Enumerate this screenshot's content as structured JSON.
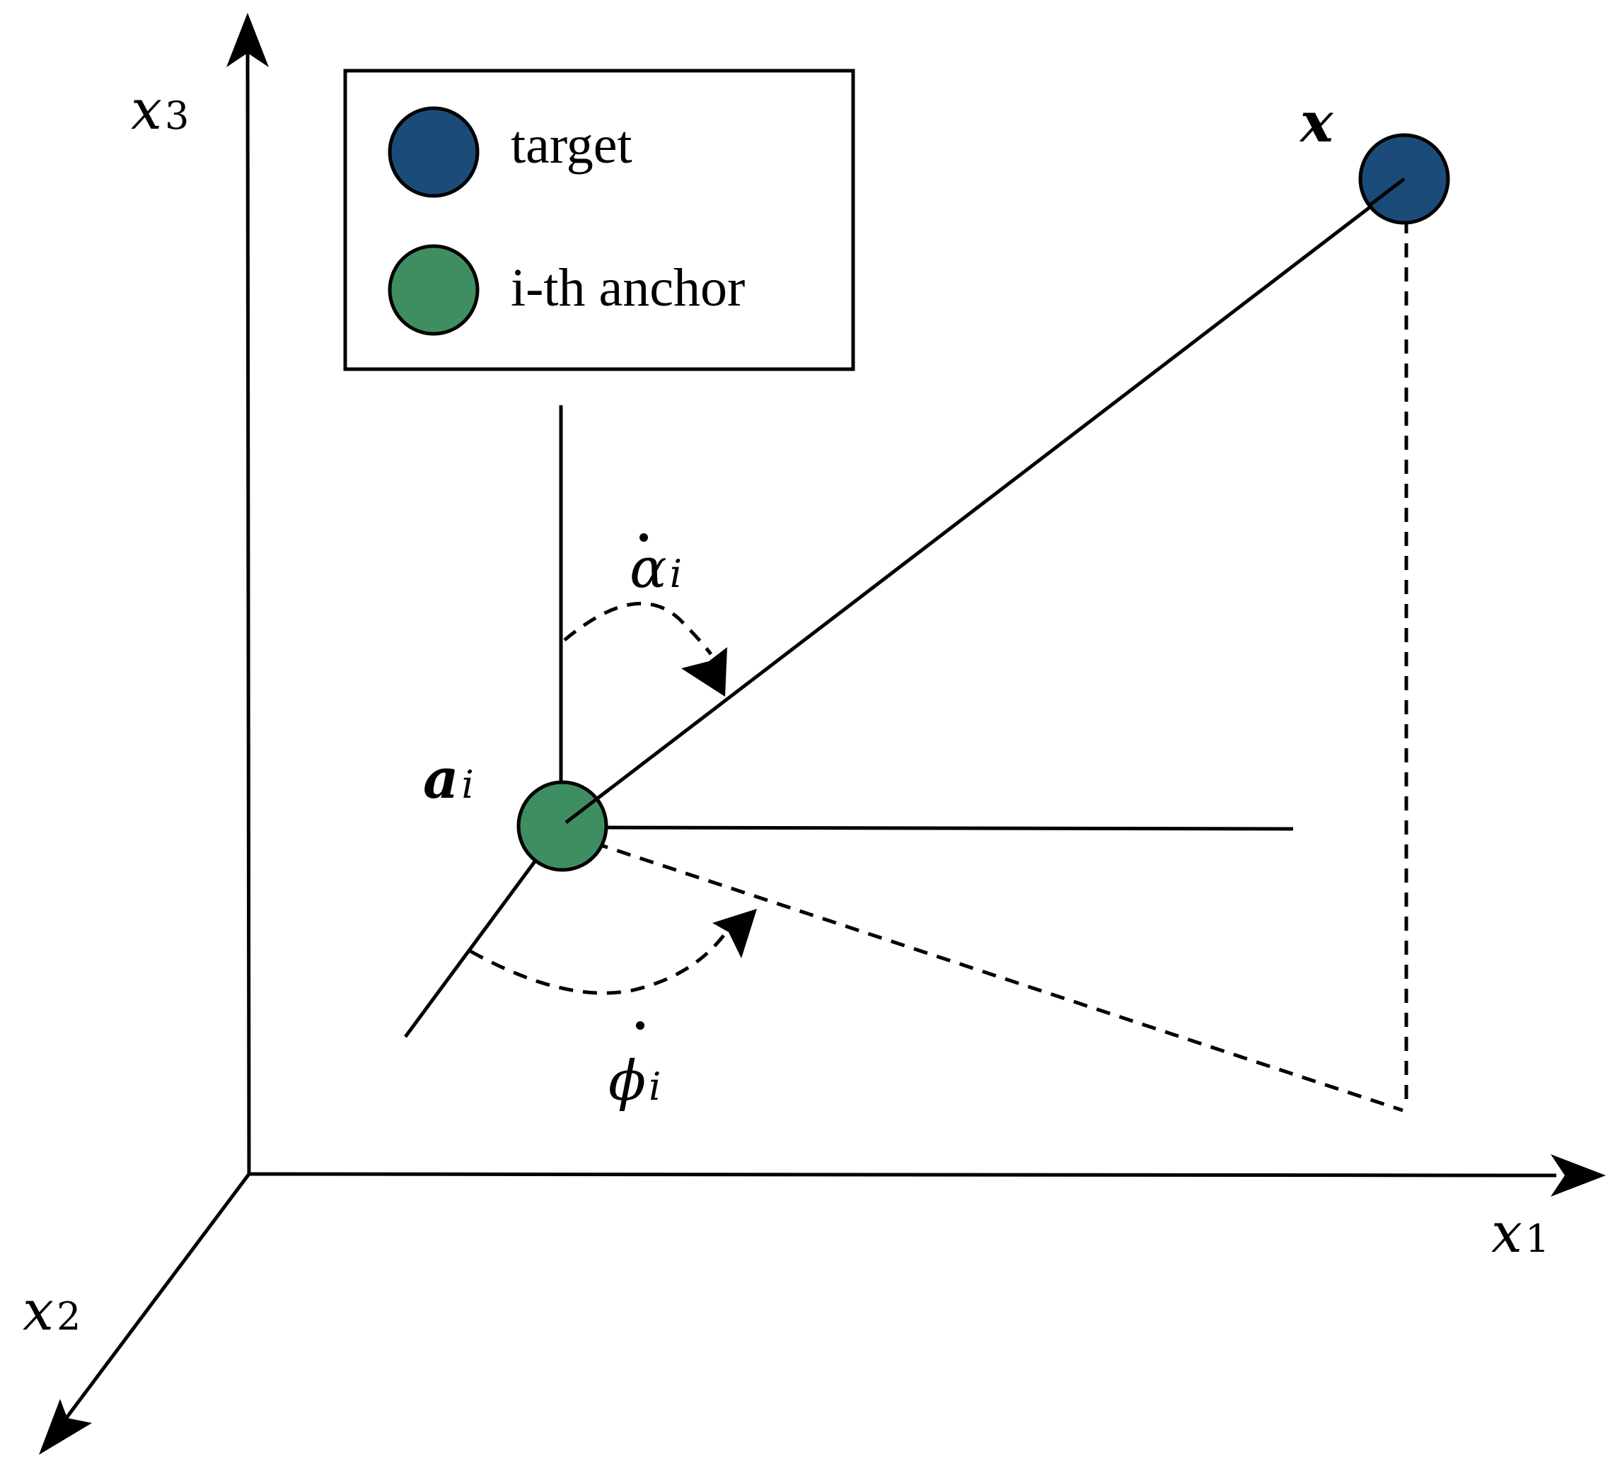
{
  "legend": {
    "items": [
      {
        "label": "target",
        "color": "#1b4b79"
      },
      {
        "label": "i-th anchor",
        "color": "#3f8e62"
      }
    ]
  },
  "axes": {
    "x1": {
      "base": "x",
      "sub": "1"
    },
    "x2": {
      "base": "x",
      "sub": "2"
    },
    "x3": {
      "base": "x",
      "sub": "3"
    }
  },
  "points": {
    "target": {
      "label": "x",
      "color": "#1b4b79"
    },
    "anchor": {
      "base": "a",
      "sub": "i",
      "color": "#3f8e62"
    }
  },
  "angles": {
    "alpha": {
      "base": "α",
      "sub": "i"
    },
    "phi": {
      "base": "ϕ",
      "sub": "i"
    }
  }
}
